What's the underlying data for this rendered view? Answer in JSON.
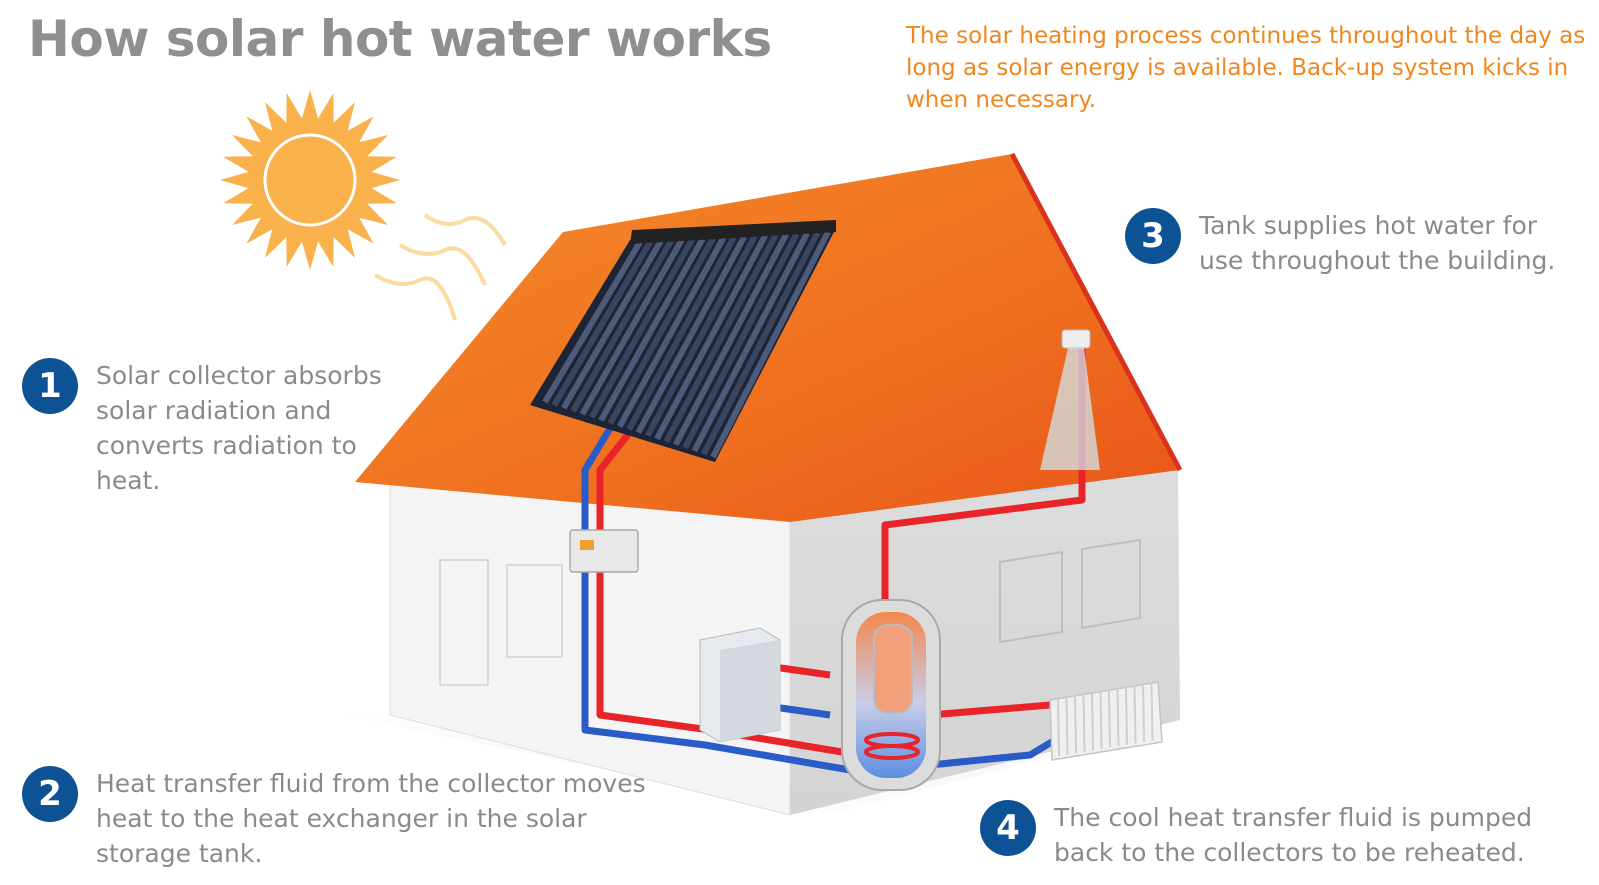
{
  "title": "How solar hot water works",
  "note": "The solar heating process continues throughout the day as long as solar energy is available. Back-up system kicks in when necessary.",
  "steps": [
    {
      "number": "1",
      "text": "Solar collector absorbs solar radiation and converts radiation to heat."
    },
    {
      "number": "2",
      "text": "Heat transfer fluid from the collector moves heat to the heat exchanger in the solar storage tank."
    },
    {
      "number": "3",
      "text": "Tank supplies hot water for use throughout the building."
    },
    {
      "number": "4",
      "text": "The cool heat transfer fluid is pumped back to the collectors to be reheated."
    }
  ],
  "colors": {
    "title": "#8f8f8f",
    "note": "#f0861e",
    "badge": "#0e5296",
    "step_text": "#8a8a8a",
    "roof": "#f07a22",
    "sun": "#f9b14b",
    "hot_pipe": "#e8232a",
    "cold_pipe": "#2a5cc7"
  },
  "icons": [
    "sun-icon",
    "solar-collector-icon",
    "house-icon",
    "storage-tank-icon",
    "boiler-icon",
    "radiator-icon",
    "shower-icon",
    "controller-icon"
  ]
}
